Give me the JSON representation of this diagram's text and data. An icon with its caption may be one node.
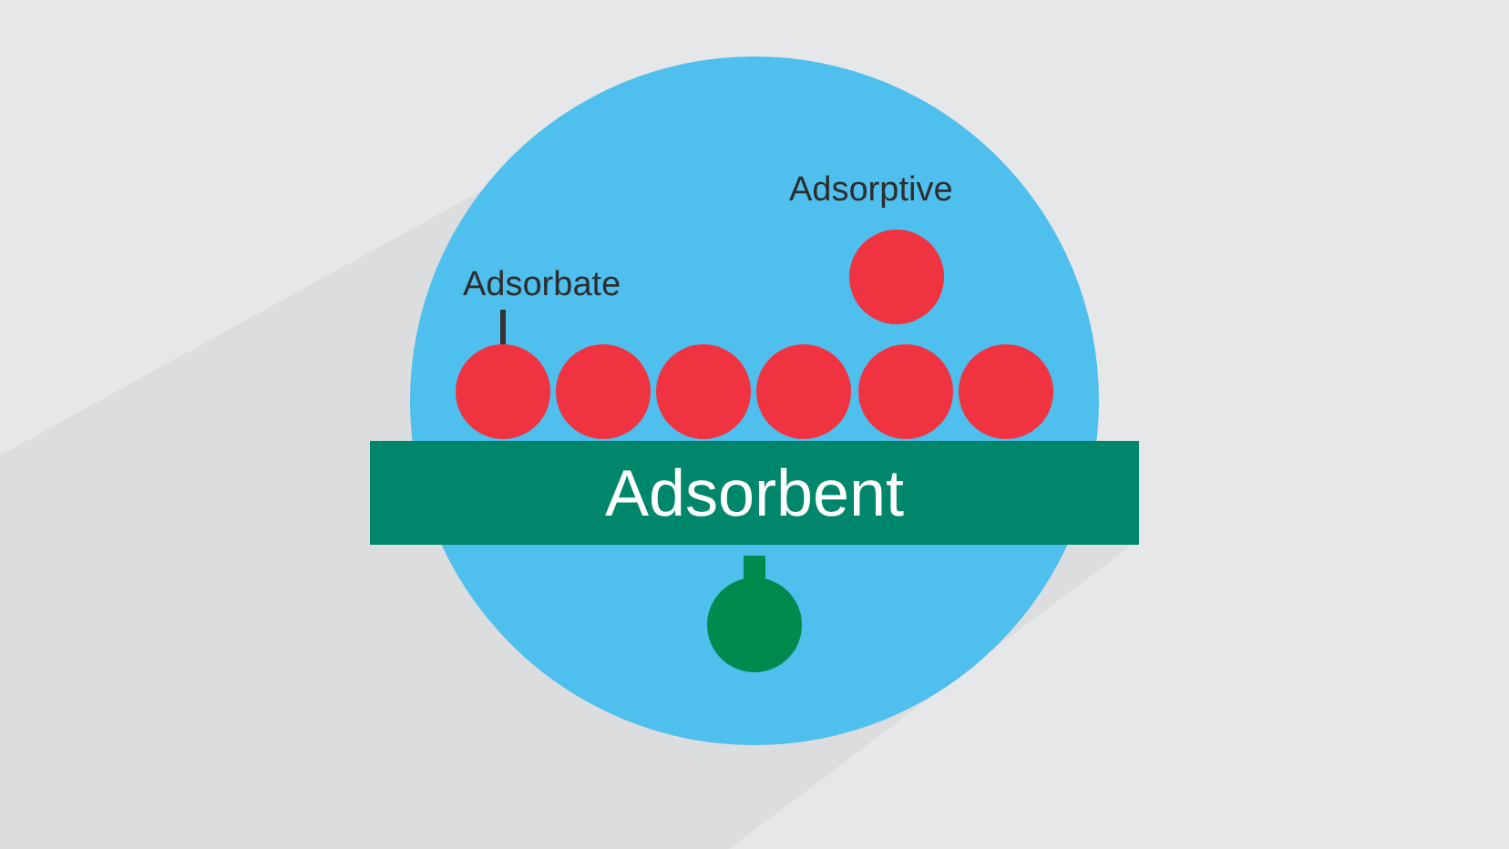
{
  "diagram": {
    "nodes": [
      {
        "text": [],
        "shape": "circle"
      },
      {
        "text": [
          "Adsorbate"
        ]
      },
      {
        "text": [],
        "shape": "circle"
      },
      {
        "text": [],
        "shape": "circle"
      },
      {
        "text": [],
        "shape": "circle"
      },
      {
        "text": [],
        "shape": "circle"
      },
      {
        "text": [],
        "shape": "circle"
      },
      {
        "text": [],
        "shape": "circle"
      },
      {
        "text": [
          "Adsorbent"
        ]
      }
    ],
    "edges": [
      {
        "from": 1,
        "to": 2,
        "arrow": "none"
      }
    ],
    "labels": [
      "Adsorptive"
    ]
  }
}
